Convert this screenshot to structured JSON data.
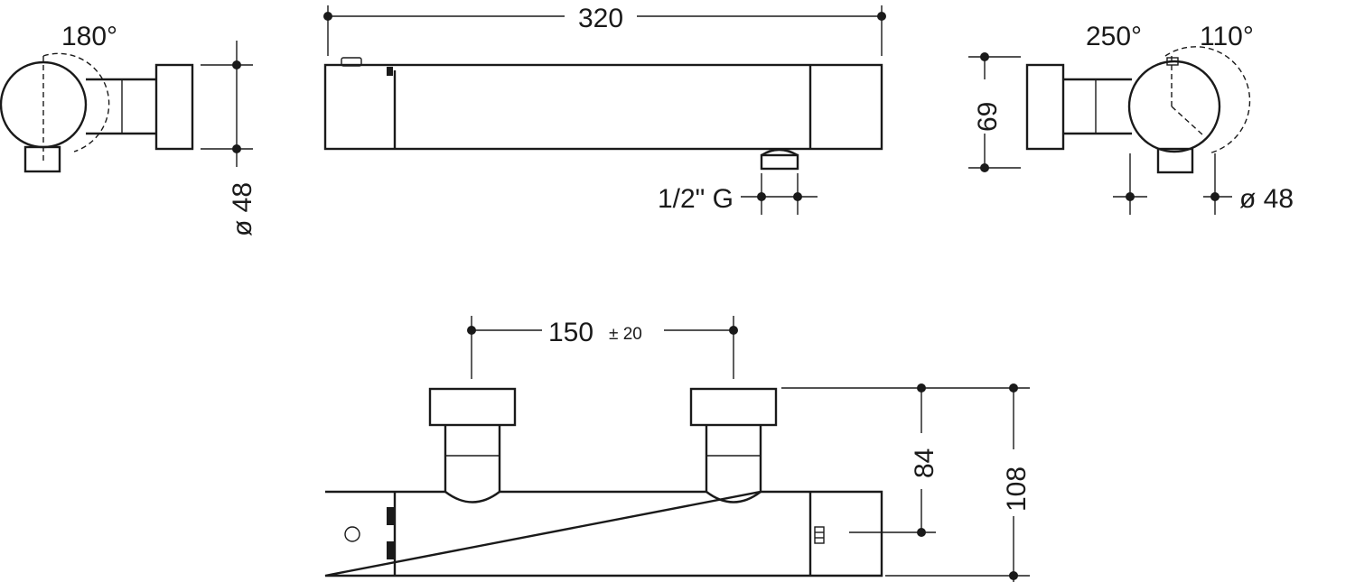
{
  "labels": {
    "left_angle": "180°",
    "left_diameter": "ø 48",
    "top_length": "320",
    "inlet_thread": "1/2\" G",
    "right_angle_a": "250°",
    "right_angle_b": "110°",
    "right_height": "69",
    "right_diameter": "ø 48",
    "bottom_spacing": "150",
    "bottom_tolerance": "± 20",
    "bottom_depth_a": "84",
    "bottom_depth_b": "108"
  }
}
